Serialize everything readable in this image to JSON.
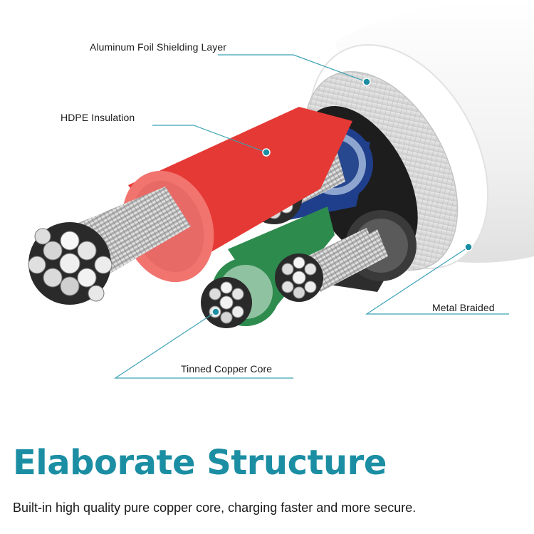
{
  "labels": {
    "aluminum_foil": "Aluminum Foil Shielding Layer",
    "hdpe": "HDPE Insulation",
    "metal_braided": "Metal Braided",
    "tinned_copper": "Tinned Copper Core"
  },
  "headline": "Elaborate Structure",
  "tagline": "Built-in high quality pure copper core, charging faster and more secure.",
  "colors": {
    "accent": "#1b8ea3",
    "leader_line": "#3aa2b4",
    "outer_jacket": "#f3f3f3",
    "braid": "#dcdcdc",
    "red_wire": "#e53935",
    "blue_wire": "#1f3f8c",
    "green_wire": "#2e8b4e",
    "black_wire": "#3a3a3a",
    "copper_strand": "#cfcfcf"
  }
}
